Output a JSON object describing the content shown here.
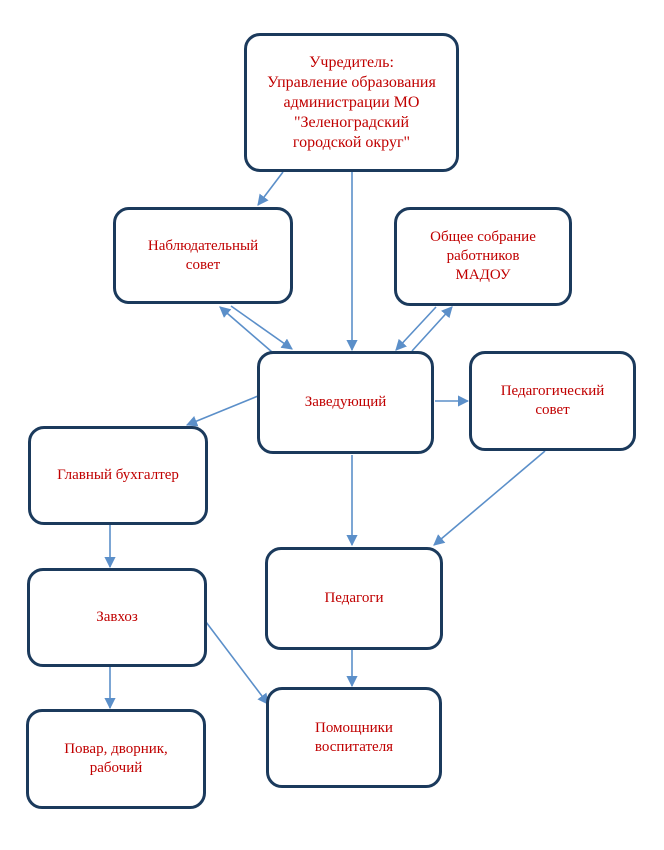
{
  "diagram": {
    "colors": {
      "border": "#1b3a5c",
      "text": "#c00000",
      "arrow": "#5b8fc9"
    },
    "nodes": {
      "founder": "Учредитель:\nУправление образования\nадминистрации МО\n\"Зеленоградский\nгородской округ\"",
      "supervisory_board": "Наблюдательный\nсовет",
      "general_meeting": "Общее собрание\nработников\nМАДОУ",
      "head": "Заведующий",
      "pedagogical_council": "Педагогический\nсовет",
      "chief_accountant": "Главный бухгалтер",
      "teachers": "Педагоги",
      "supply_manager": "Завхоз",
      "assistant_educators": "Помощники\nвоспитателя",
      "support_staff": "Повар, дворник,\nрабочий"
    }
  }
}
